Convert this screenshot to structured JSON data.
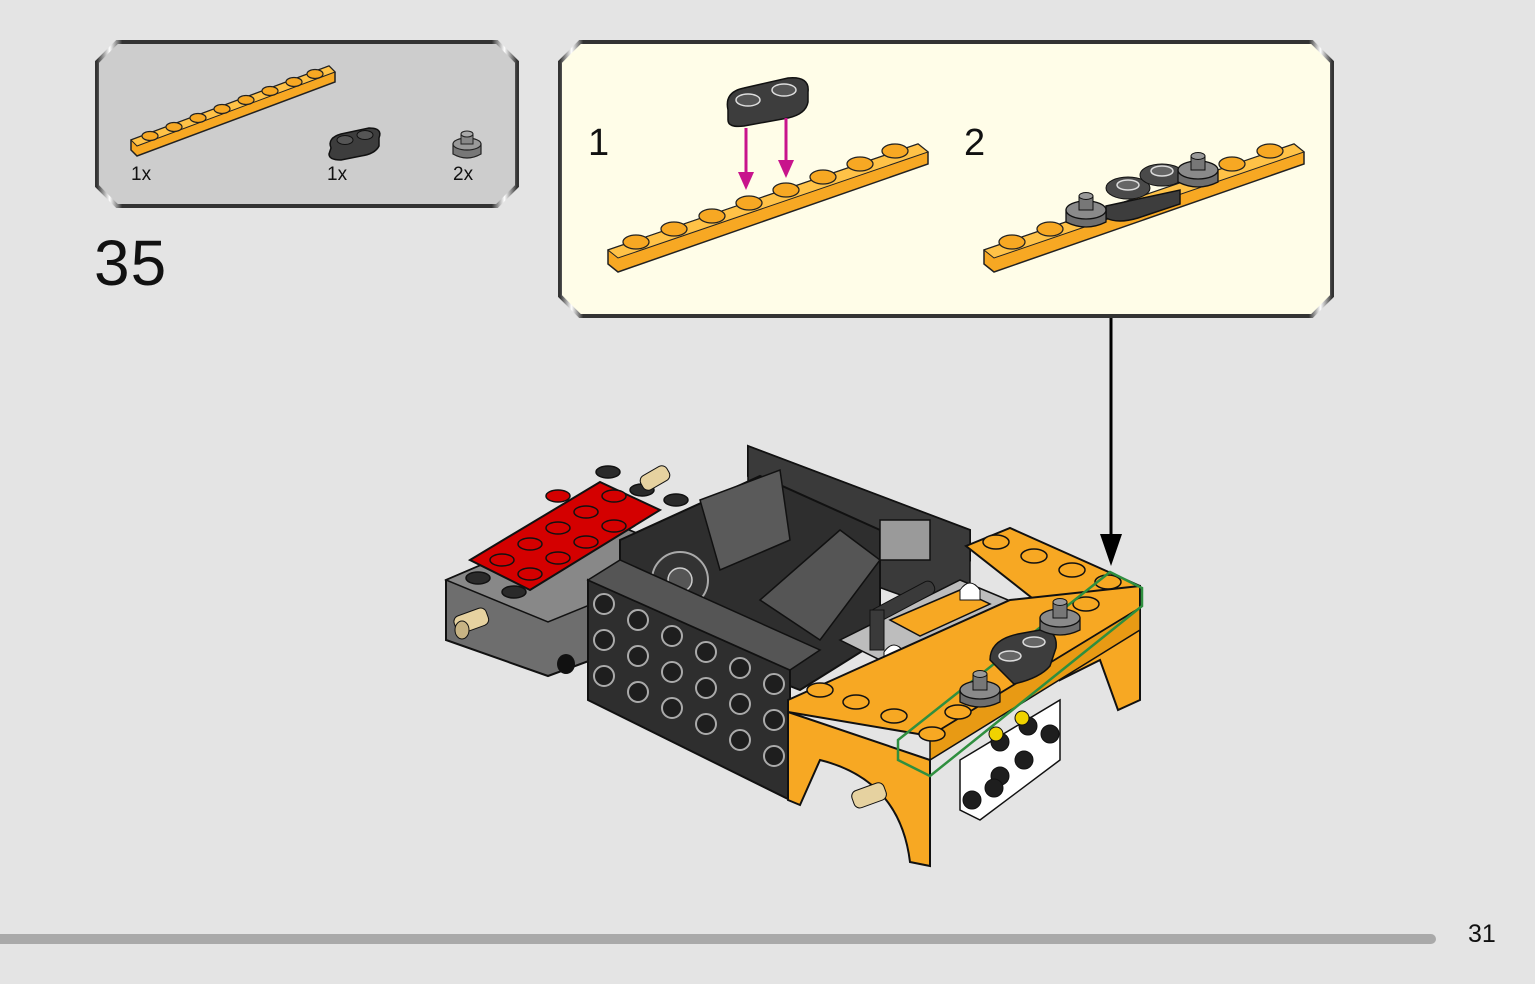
{
  "step": {
    "number": "35"
  },
  "parts": [
    {
      "qty": "1x",
      "part": "orange-plate-1x8",
      "color": "#f7a823"
    },
    {
      "qty": "1x",
      "part": "dark-grey-plate-1x2-rounded",
      "color": "#4a4a4a"
    },
    {
      "qty": "2x",
      "part": "grey-round-plate-with-stud",
      "color": "#7a7a7a"
    }
  ],
  "substeps": [
    {
      "number": "1"
    },
    {
      "number": "2"
    }
  ],
  "colors": {
    "background": "#e4e4e4",
    "parts_panel": "#cdcdcd",
    "substep_panel": "#fffde8",
    "orange": "#f7a823",
    "red": "#d40000",
    "arrow_magenta": "#c8148c",
    "highlight_green": "#2f8f3f"
  },
  "page": {
    "number": "31"
  }
}
